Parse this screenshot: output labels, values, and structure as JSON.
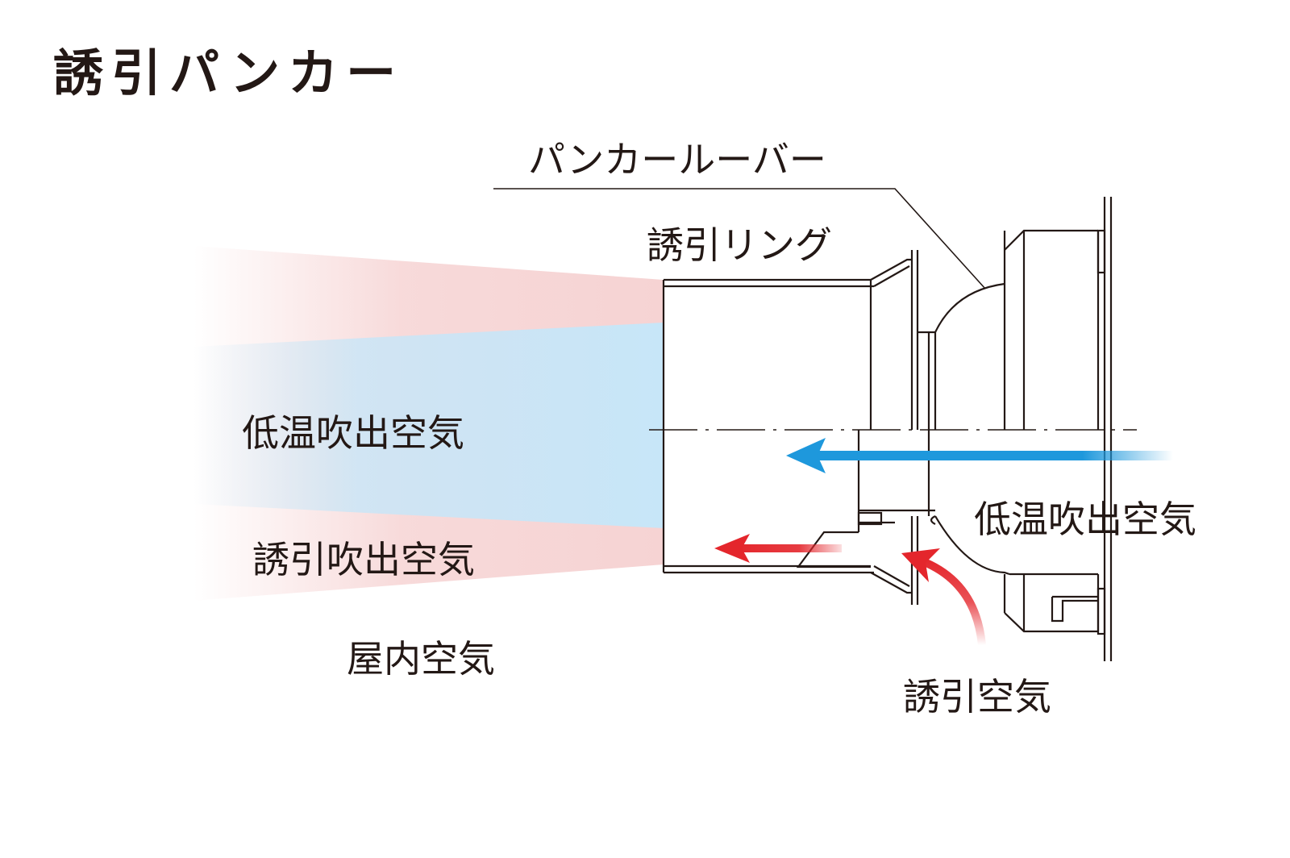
{
  "title": "誘引パンカー",
  "labels": {
    "punkah_louver": "パンカールーバー",
    "induction_ring": "誘引リング",
    "cold_outlet_air_left": "低温吹出空気",
    "cold_outlet_air_right": "低温吹出空気",
    "induced_outlet_air": "誘引吹出空気",
    "room_air": "屋内空気",
    "induced_air": "誘引空気"
  },
  "colors": {
    "cold_flow": "#1e98dc",
    "cold_plume": "#c7e6f8",
    "warm_plume": "#f6d3d3",
    "induced_flow": "#e4262c",
    "linework": "#231815"
  },
  "icons": {
    "cold_arrow": "arrow-left-icon",
    "induced_outlet_arrow": "arrow-left-icon",
    "induced_intake_arrow": "curved-arrow-icon"
  }
}
